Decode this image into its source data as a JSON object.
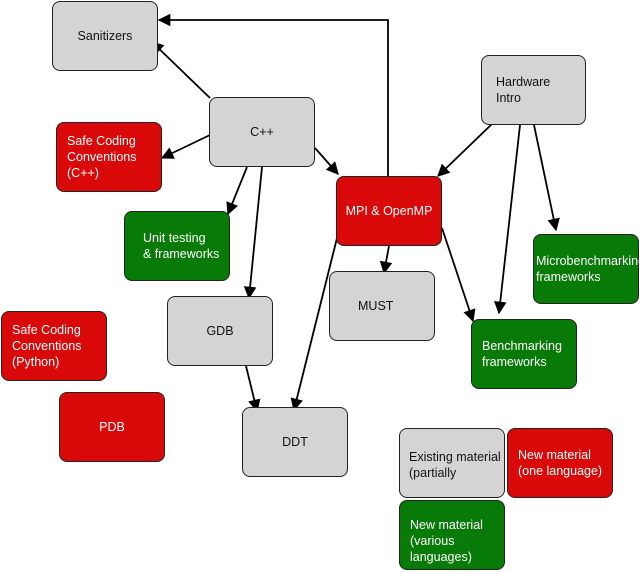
{
  "nodes": {
    "sanitizers": "Sanitizers",
    "cpp": "C++",
    "hardware_intro": "Hardware\nIntro",
    "safe_cpp": "Safe Coding\nConventions\n(C++)",
    "mpi_openmp": "MPI & OpenMP",
    "unit_testing": "Unit testing\n& frameworks",
    "microbenchmarking": "Microbenchmarking\nframeworks",
    "must": "MUST",
    "gdb": "GDB",
    "safe_python": "Safe Coding\nConventions\n(Python)",
    "benchmarking": "Benchmarking\nframeworks",
    "pdb": "PDB",
    "ddt": "DDT"
  },
  "legend": {
    "existing": "Existing material\n(partially",
    "new_one": "New material\n(one language)",
    "new_various": "New material\n(various\nlanguages)"
  },
  "colors": {
    "existing": "#d4d4d4",
    "new_one_language": "#d90909",
    "new_various_languages": "#077a08",
    "edge": "#000000"
  },
  "edges": [
    {
      "from": "cpp",
      "to": "sanitizers"
    },
    {
      "from": "cpp",
      "to": "safe_cpp"
    },
    {
      "from": "cpp",
      "to": "unit_testing"
    },
    {
      "from": "cpp",
      "to": "gdb"
    },
    {
      "from": "cpp",
      "to": "mpi_openmp"
    },
    {
      "from": "mpi_openmp",
      "to": "sanitizers"
    },
    {
      "from": "mpi_openmp",
      "to": "must"
    },
    {
      "from": "mpi_openmp",
      "to": "ddt"
    },
    {
      "from": "mpi_openmp",
      "to": "benchmarking"
    },
    {
      "from": "hardware_intro",
      "to": "mpi_openmp"
    },
    {
      "from": "hardware_intro",
      "to": "benchmarking"
    },
    {
      "from": "hardware_intro",
      "to": "microbenchmarking"
    },
    {
      "from": "gdb",
      "to": "ddt"
    }
  ]
}
